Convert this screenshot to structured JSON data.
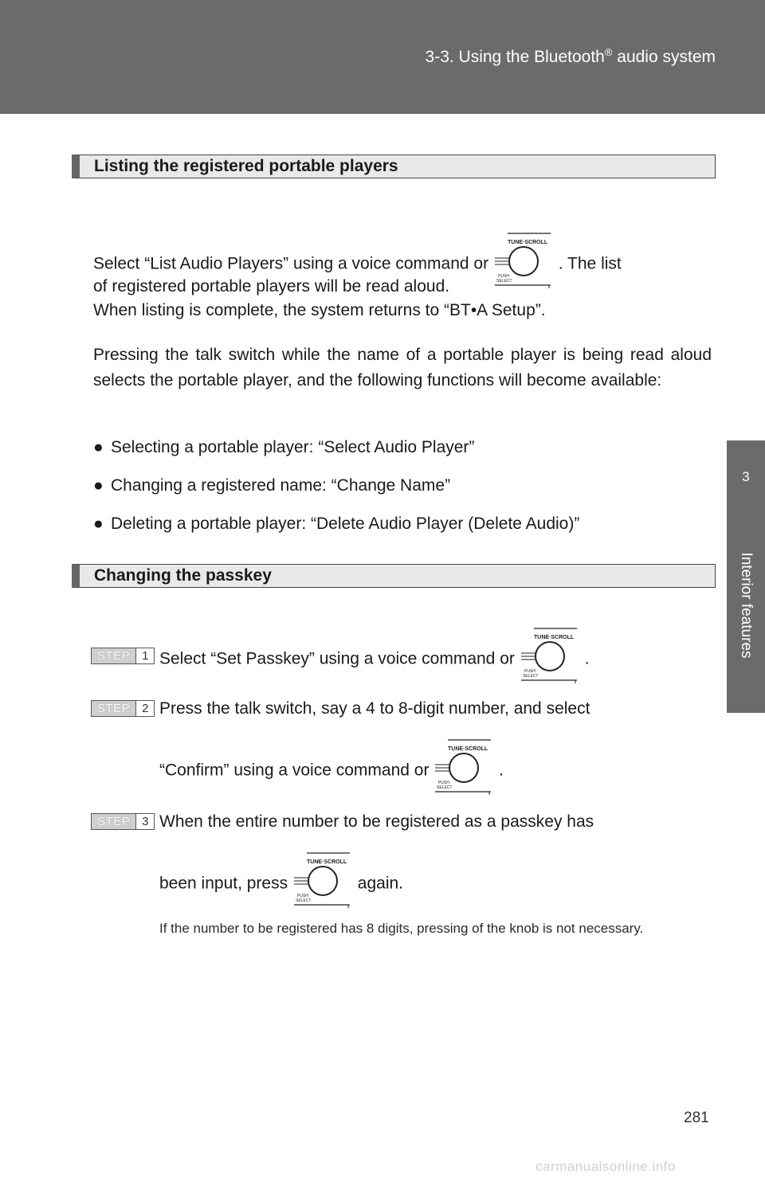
{
  "header": {
    "section": "3-3. Using the Bluetooth",
    "reg": "®",
    "section_tail": " audio system"
  },
  "side_tab": {
    "number": "3",
    "label": "Interior features"
  },
  "section1": {
    "title": "Listing the registered portable players",
    "para1_a": "Select “List Audio Players” using a voice command or",
    "para1_b": ". The list",
    "para1_c": "of registered portable players will be read aloud.",
    "para2": "When listing is complete, the system returns to “BT•A Setup”.",
    "para3": "Pressing the talk switch while the name of a portable player is being read aloud selects the portable player, and the following functions will become available:",
    "bullets": [
      "Selecting a portable player: “Select Audio Player”",
      "Changing a registered name: “Change Name”",
      "Deleting a portable player: “Delete Audio Player (Delete Audio)”"
    ]
  },
  "section2": {
    "title": "Changing the passkey",
    "step_word": "STEP",
    "steps": [
      {
        "num": "1",
        "text_a": "Select “Set Passkey” using a voice command or",
        "text_b": "."
      },
      {
        "num": "2",
        "text_a": "Press the talk switch, say a 4 to 8-digit number, and select",
        "text_b": "“Confirm” using a voice command or",
        "text_c": "."
      },
      {
        "num": "3",
        "text_a": "When the entire number to be registered as a passkey has",
        "text_b": "been input, press",
        "text_c": "again."
      }
    ],
    "note": "If the number to be registered has 8 digits, pressing of the knob is not necessary."
  },
  "knob": {
    "top_label": "TUNE·SCROLL",
    "push_label": "PUSH",
    "select_label": "SELECT",
    "icon": "tune-scroll-knob-icon"
  },
  "page_number": "281",
  "watermark": "carmanualsonline.info"
}
